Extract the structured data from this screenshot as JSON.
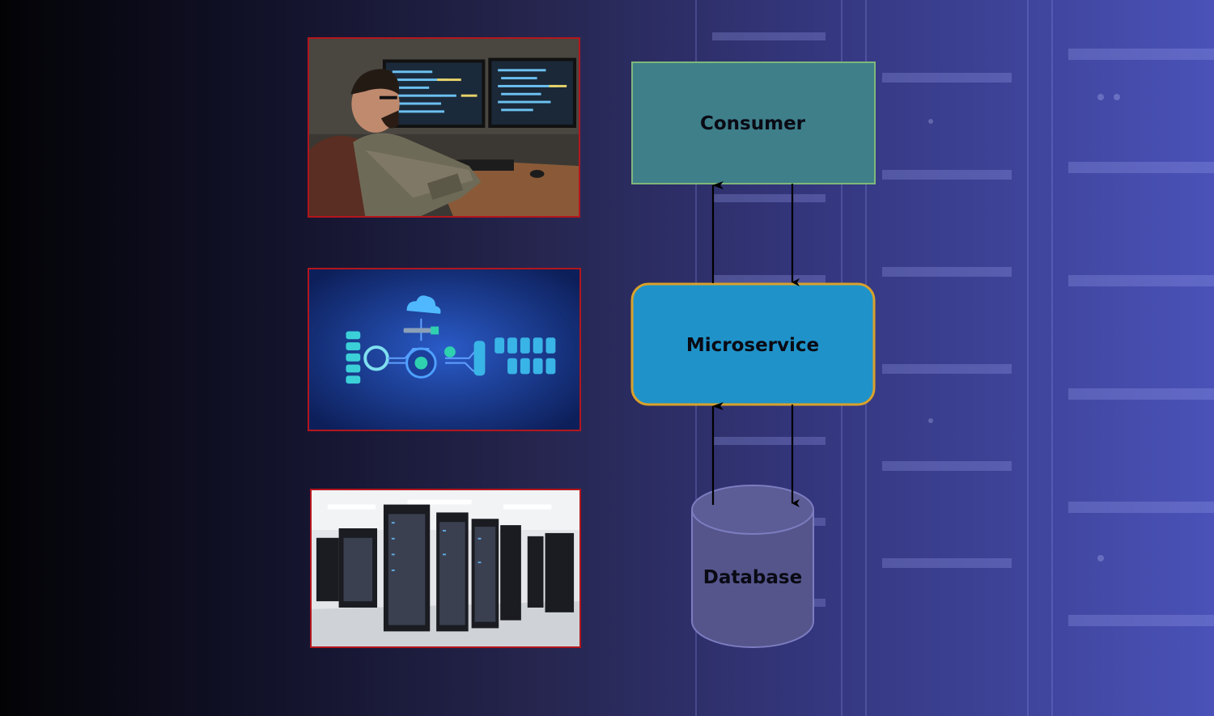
{
  "diagram": {
    "nodes": {
      "consumer": {
        "label": "Consumer",
        "fill": "#3e7f8a",
        "stroke": "#7fb77a"
      },
      "microservice": {
        "label": "Microservice",
        "fill": "#1f93c9",
        "stroke": "#d9a12b"
      },
      "database": {
        "label": "Database",
        "fill": "#55558c",
        "stroke": "#7c7cc0"
      }
    },
    "edges": [
      {
        "from": "microservice",
        "to": "consumer"
      },
      {
        "from": "consumer",
        "to": "microservice"
      },
      {
        "from": "database",
        "to": "microservice"
      },
      {
        "from": "microservice",
        "to": "database"
      }
    ]
  },
  "images": [
    {
      "name": "developer-at-monitors-photo"
    },
    {
      "name": "microservice-network-illustration"
    },
    {
      "name": "data-center-server-racks-photo"
    }
  ],
  "colors": {
    "photo_border": "#b3161c",
    "arrow": "#000000"
  }
}
